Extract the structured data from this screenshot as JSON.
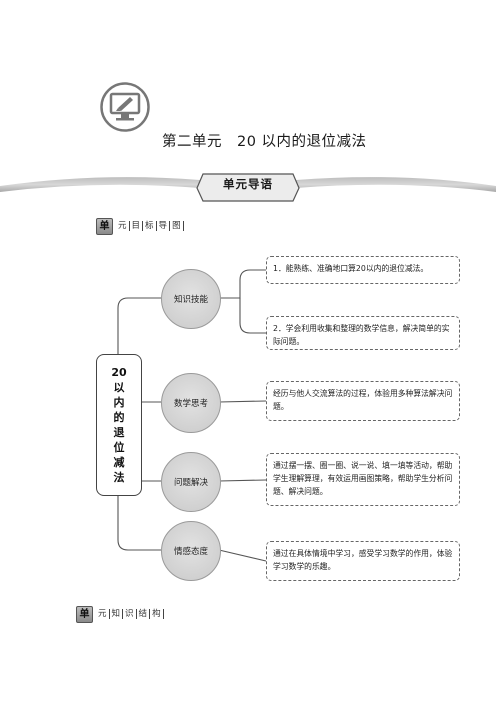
{
  "header": {
    "logo_icon": "monitor-pen-icon",
    "title": "第二单元　20 以内的退位减法"
  },
  "banner": {
    "label": "单元导语"
  },
  "section_goals": {
    "badge": "单",
    "chars": [
      "元",
      "目",
      "标",
      "导",
      "图"
    ]
  },
  "mindmap": {
    "root_chars": [
      "20",
      "以",
      "内",
      "的",
      "退",
      "位",
      "减",
      "法"
    ],
    "nodes": [
      {
        "label": "知识技能"
      },
      {
        "label": "数学思考"
      },
      {
        "label": "问题解决"
      },
      {
        "label": "情感态度"
      }
    ],
    "leaves": [
      {
        "text": "1．能熟练、准确地口算20以内的退位减法。"
      },
      {
        "text": "2．学会利用收集和整理的数学信息，解决简单的实际问题。"
      },
      {
        "text": "经历与他人交流算法的过程，体验用多种算法解决问题。"
      },
      {
        "text": "通过摆一摆、圈一圈、说一说、填一填等活动，帮助学生理解算理，有效运用画图策略，帮助学生分析问题、解决问题。"
      },
      {
        "text": "通过在具体情境中学习，感受学习数学的作用，体验学习数学的乐趣。"
      }
    ]
  },
  "section_structure": {
    "badge": "单",
    "chars": [
      "元",
      "知",
      "识",
      "结",
      "构"
    ]
  }
}
